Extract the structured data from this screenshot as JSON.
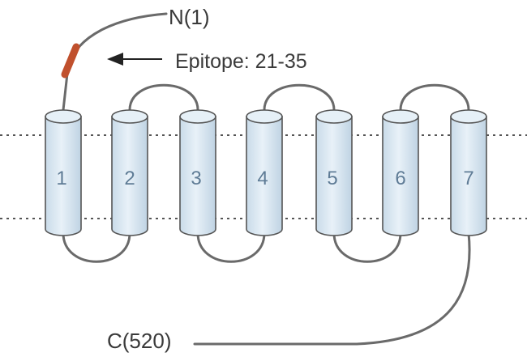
{
  "labels": {
    "n_terminus": "N(1)",
    "c_terminus": "C(520)",
    "epitope": "Epitope: 21-35"
  },
  "helices": [
    "1",
    "2",
    "3",
    "4",
    "5",
    "6",
    "7"
  ],
  "colors": {
    "helix_fill": "#dbe8f2",
    "helix_stroke": "#555555",
    "helix_number": "#5f7c96",
    "chain": "#6a6a6a",
    "epitope": "#c0502d",
    "membrane_line": "#555555",
    "text": "#3a3a3a"
  },
  "icons": {
    "arrow": "left-arrow-icon"
  }
}
